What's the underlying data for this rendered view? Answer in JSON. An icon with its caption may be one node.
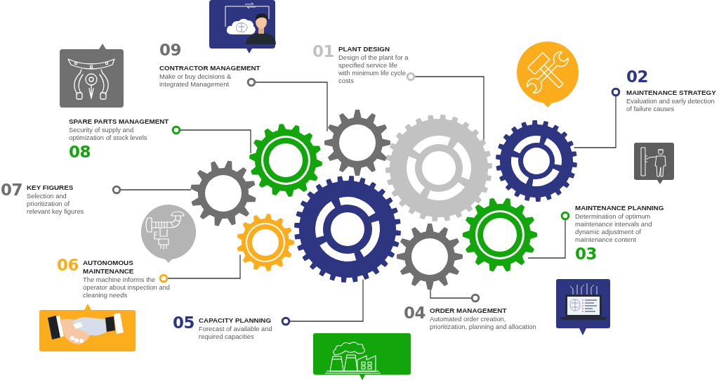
{
  "diagram": {
    "nodes": [
      {
        "text": [
          "01",
          "PLANT DESIGN",
          "Design of the plant for a specified service life with minimum life cycle costs"
        ]
      },
      {
        "text": [
          "02",
          "MAINTENANCE STRATEGY",
          "Evaluation and early detection of failure causes"
        ]
      },
      {
        "text": [
          "MAINTENANCE PLANNING",
          "Determination of optimum maintenance intervals and dynamic adjustment of maintenance content",
          "03"
        ]
      },
      {
        "text": [
          "04",
          "ORDER MANAGEMENT",
          "Automated order creation, prioritization, planning and allocation"
        ]
      },
      {
        "text": [
          "05",
          "CAPACITY PLANNING",
          "Forecast of available and required capacities"
        ]
      },
      {
        "text": [
          "06",
          "AUTONOMOUS MAINTENANCE",
          "The machine informs the operator about inspection and cleaning needs"
        ]
      },
      {
        "text": [
          "07",
          "KEY FIGURES",
          "Selection and prioritization of relevant key figures"
        ]
      },
      {
        "text": [
          "SPARE PARTS MANAGEMENT",
          "Security of supply and optimization of stock levels",
          "08"
        ]
      },
      {
        "text": [
          "09",
          "CONTRACTOR MANAGEMENT",
          "Make or buy decisions & integrated Management"
        ]
      },
      {
        "text": [],
        "shape": "gear"
      },
      {
        "text": [],
        "shape": "gear"
      },
      {
        "text": [],
        "shape": "gear"
      },
      {
        "text": [],
        "shape": "gear"
      },
      {
        "text": [],
        "shape": "gear"
      },
      {
        "text": [],
        "shape": "gear"
      },
      {
        "text": [],
        "shape": "gear"
      },
      {
        "text": [],
        "shape": "gear"
      },
      {
        "text": [],
        "shape": "gear"
      }
    ],
    "edges": [
      {
        "from": 0,
        "to": 9,
        "arrow": "other"
      },
      {
        "from": 1,
        "to": 10,
        "arrow": "other"
      },
      {
        "from": 2,
        "to": 11,
        "arrow": "other"
      },
      {
        "from": 3,
        "to": 12,
        "arrow": "other"
      },
      {
        "from": 4,
        "to": 13,
        "arrow": "other"
      },
      {
        "from": 5,
        "to": 14,
        "arrow": "other"
      },
      {
        "from": 6,
        "to": 15,
        "arrow": "other"
      },
      {
        "from": 7,
        "to": 16,
        "arrow": "other"
      },
      {
        "from": 8,
        "to": 17,
        "arrow": "other"
      }
    ]
  }
}
